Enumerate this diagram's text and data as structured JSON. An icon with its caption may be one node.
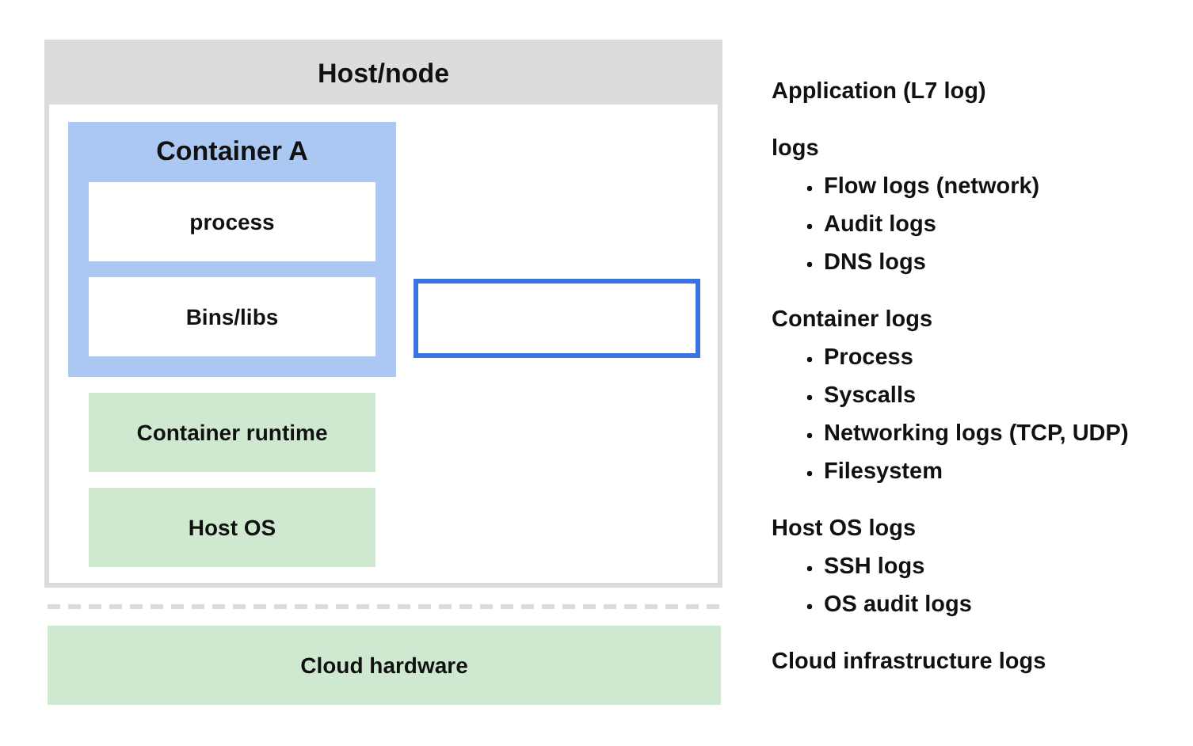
{
  "diagram": {
    "nodes": [
      {
        "text": [
          "Host/node"
        ]
      },
      {
        "text": [
          "Container A"
        ],
        "in": 0
      },
      {
        "text": [
          "process"
        ],
        "in": 1
      },
      {
        "text": [
          "Bins/libs"
        ],
        "in": 1
      },
      {
        "text": [],
        "shape": "box",
        "in": 0
      },
      {
        "text": [
          "Container runtime"
        ],
        "in": 0
      },
      {
        "text": [
          "Host OS"
        ],
        "in": 0
      },
      {
        "text": [
          "Cloud hardware"
        ]
      }
    ],
    "labels": [
      "Application (L7 log)",
      "logs",
      "Flow logs (network)",
      "Audit logs",
      "DNS logs",
      "Container logs",
      "Process",
      "Syscalls",
      "Networking logs (TCP, UDP)",
      "Filesystem",
      "Host OS logs",
      "SSH logs",
      "OS audit logs",
      "Cloud infrastructure logs"
    ]
  }
}
